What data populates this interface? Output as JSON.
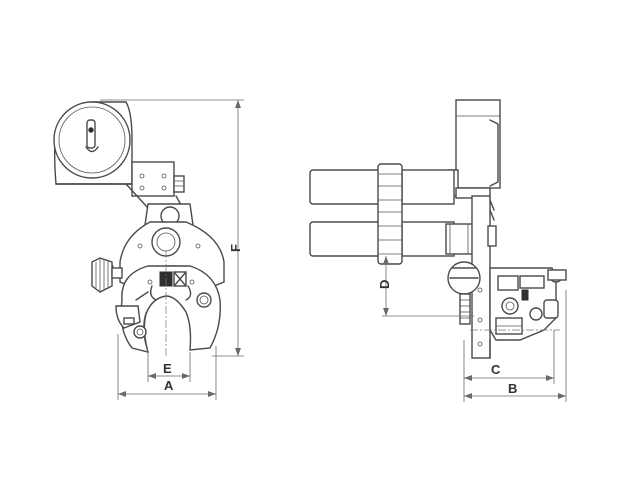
{
  "dimension_labels": {
    "a": "A",
    "b": "B",
    "c": "C",
    "d": "D",
    "e": "E",
    "f": "F"
  },
  "colors": {
    "line": "#4a4a4a",
    "dimension": "#6a6a6a",
    "background": "#ffffff"
  }
}
